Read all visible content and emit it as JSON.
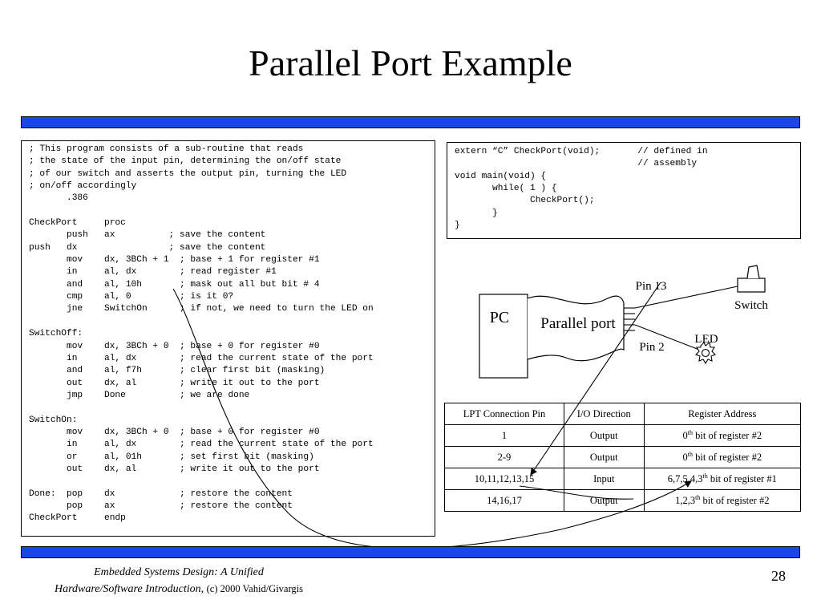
{
  "title": "Parallel Port Example",
  "colors": {
    "bar": "#1747e6"
  },
  "assembly_lines": [
    "; This program consists of a sub-routine that reads",
    "; the state of the input pin, determining the on/off state",
    "; of our switch and asserts the output pin, turning the LED",
    "; on/off accordingly",
    "       .386",
    "",
    "CheckPort     proc",
    "       push   ax          ; save the content",
    "push   dx                 ; save the content",
    "       mov    dx, 3BCh + 1  ; base + 1 for register #1",
    "       in     al, dx        ; read register #1",
    "       and    al, 10h       ; mask out all but bit # 4",
    "       cmp    al, 0         ; is it 0?",
    "       jne    SwitchOn      ; if not, we need to turn the LED on",
    "",
    "SwitchOff:",
    "       mov    dx, 3BCh + 0  ; base + 0 for register #0",
    "       in     al, dx        ; read the current state of the port",
    "       and    al, f7h       ; clear first bit (masking)",
    "       out    dx, al        ; write it out to the port",
    "       jmp    Done          ; we are done",
    "",
    "SwitchOn:",
    "       mov    dx, 3BCh + 0  ; base + 0 for register #0",
    "       in     al, dx        ; read the current state of the port",
    "       or     al, 01h       ; set first bit (masking)",
    "       out    dx, al        ; write it out to the port",
    "",
    "Done:  pop    dx            ; restore the content",
    "       pop    ax            ; restore the content",
    "CheckPort     endp"
  ],
  "c_lines": [
    "extern “C” CheckPort(void);       // defined in",
    "                                  // assembly",
    "void main(void) {",
    "       while( 1 ) {",
    "              CheckPort();",
    "       }",
    "}"
  ],
  "diagram": {
    "pc_label": "PC",
    "port_label": "Parallel port",
    "pin13_label": "Pin 13",
    "pin2_label": "Pin 2",
    "switch_label": "Switch",
    "led_label": "LED"
  },
  "table": {
    "headers": [
      "LPT Connection Pin",
      "I/O Direction",
      "Register Address"
    ],
    "rows": [
      {
        "pin": "1",
        "dir": "Output",
        "reg_num": "0",
        "reg_sup": "th",
        "reg_rest": " bit of register #2"
      },
      {
        "pin": "2-9",
        "dir": "Output",
        "reg_num": "0",
        "reg_sup": "th",
        "reg_rest": " bit of register #2"
      },
      {
        "pin": "10,11,12,13,15",
        "dir": "Input",
        "reg_num": "6,7,5,4,3",
        "reg_sup": "th",
        "reg_rest": " bit of register #1"
      },
      {
        "pin": "14,16,17",
        "dir": "Output",
        "reg_num": "1,2,3",
        "reg_sup": "th",
        "reg_rest": " bit of register #2"
      }
    ]
  },
  "footer": {
    "book_line1": "Embedded Systems Design: A Unified",
    "book_line2": "Hardware/Software Introduction,",
    "copyright": "(c) 2000 Vahid/Givargis",
    "page": "28"
  }
}
